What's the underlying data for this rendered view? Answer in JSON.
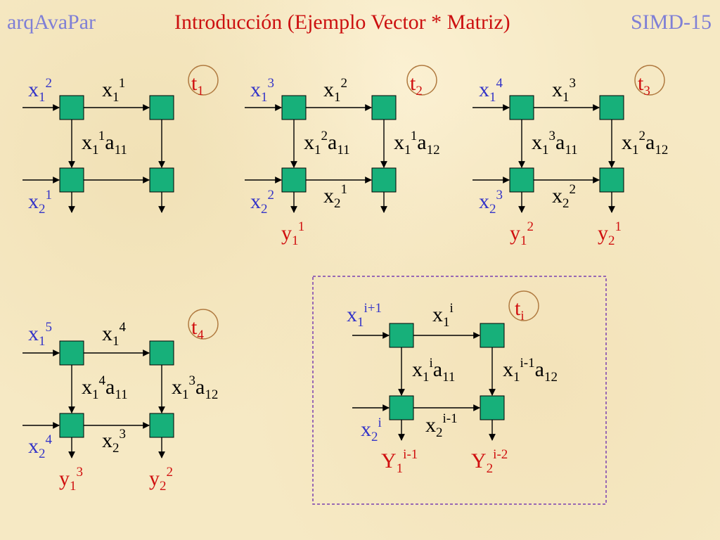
{
  "header": {
    "left": "arqAvaPar",
    "title": "Introducción (Ejemplo Vector * Matriz)",
    "right": "SIMD-15"
  },
  "colors": {
    "node_fill": "#17b07a",
    "node_stroke": "#000000",
    "black_text": "#000000",
    "blue_text": "#3434c8",
    "red_text": "#d01010",
    "circle_stroke": "#b07a40",
    "dashed_box": "#7a3fb0"
  },
  "labels": {
    "t1": {
      "base": "t",
      "sub": "1"
    },
    "t2": {
      "base": "t",
      "sub": "2"
    },
    "t3": {
      "base": "t",
      "sub": "3"
    },
    "t4": {
      "base": "t",
      "sub": "4"
    },
    "ti": {
      "base": "t",
      "sub": "i"
    },
    "p1_in1": {
      "base": "x",
      "sub": "1",
      "sup": "2"
    },
    "p1_in2": {
      "base": "x",
      "sub": "2",
      "sup": "1"
    },
    "p1_mid": {
      "base": "x",
      "sub": "1",
      "sup": "1"
    },
    "p1_v": {
      "base": "x",
      "sub": "1",
      "sup": "1",
      "base2": "a",
      "sub2": "11"
    },
    "p2_in1": {
      "base": "x",
      "sub": "1",
      "sup": "3"
    },
    "p2_in2": {
      "base": "x",
      "sub": "2",
      "sup": "2"
    },
    "p2_mid": {
      "base": "x",
      "sub": "1",
      "sup": "2"
    },
    "p2_v1": {
      "base": "x",
      "sub": "1",
      "sup": "2",
      "base2": "a",
      "sub2": "11"
    },
    "p2_v2": {
      "base": "x",
      "sub": "1",
      "sup": "1",
      "base2": "a",
      "sub2": "12"
    },
    "p2_bot": {
      "base": "x",
      "sub": "2",
      "sup": "1"
    },
    "p2_y1": {
      "base": "y",
      "sub": "1",
      "sup": "1"
    },
    "p3_in1": {
      "base": "x",
      "sub": "1",
      "sup": "4"
    },
    "p3_in2": {
      "base": "x",
      "sub": "2",
      "sup": "3"
    },
    "p3_mid": {
      "base": "x",
      "sub": "1",
      "sup": "3"
    },
    "p3_v1": {
      "base": "x",
      "sub": "1",
      "sup": "3",
      "base2": "a",
      "sub2": "11"
    },
    "p3_v2": {
      "base": "x",
      "sub": "1",
      "sup": "2",
      "base2": "a",
      "sub2": "12"
    },
    "p3_bot": {
      "base": "x",
      "sub": "2",
      "sup": "2"
    },
    "p3_y1": {
      "base": "y",
      "sub": "1",
      "sup": "2"
    },
    "p3_y2": {
      "base": "y",
      "sub": "2",
      "sup": "1"
    },
    "p4_in1": {
      "base": "x",
      "sub": "1",
      "sup": "5"
    },
    "p4_in2": {
      "base": "x",
      "sub": "2",
      "sup": "4"
    },
    "p4_mid": {
      "base": "x",
      "sub": "1",
      "sup": "4"
    },
    "p4_v1": {
      "base": "x",
      "sub": "1",
      "sup": "4",
      "base2": "a",
      "sub2": "11"
    },
    "p4_v2": {
      "base": "x",
      "sub": "1",
      "sup": "3",
      "base2": "a",
      "sub2": "12"
    },
    "p4_bot": {
      "base": "x",
      "sub": "2",
      "sup": "3"
    },
    "p4_y1": {
      "base": "y",
      "sub": "1",
      "sup": "3"
    },
    "p4_y2": {
      "base": "y",
      "sub": "2",
      "sup": "2"
    },
    "p5_in1": {
      "base": "x",
      "sub": "1",
      "sup": "i+1"
    },
    "p5_in2": {
      "base": "x",
      "sub": "2",
      "sup": "i"
    },
    "p5_mid": {
      "base": "x",
      "sub": "1",
      "sup": "i"
    },
    "p5_v1": {
      "base": "x",
      "sub": "1",
      "sup": "i",
      "base2": "a",
      "sub2": "11"
    },
    "p5_v2": {
      "base": "x",
      "sub": "1",
      "sup": "i-1",
      "base2": "a",
      "sub2": "12"
    },
    "p5_bot": {
      "base": "x",
      "sub": "2",
      "sup": "i-1"
    },
    "p5_y1": {
      "base": "Y",
      "sub": "1",
      "sup": "i-1"
    },
    "p5_y2": {
      "base": "Y",
      "sub": "2",
      "sup": "i-2"
    }
  }
}
